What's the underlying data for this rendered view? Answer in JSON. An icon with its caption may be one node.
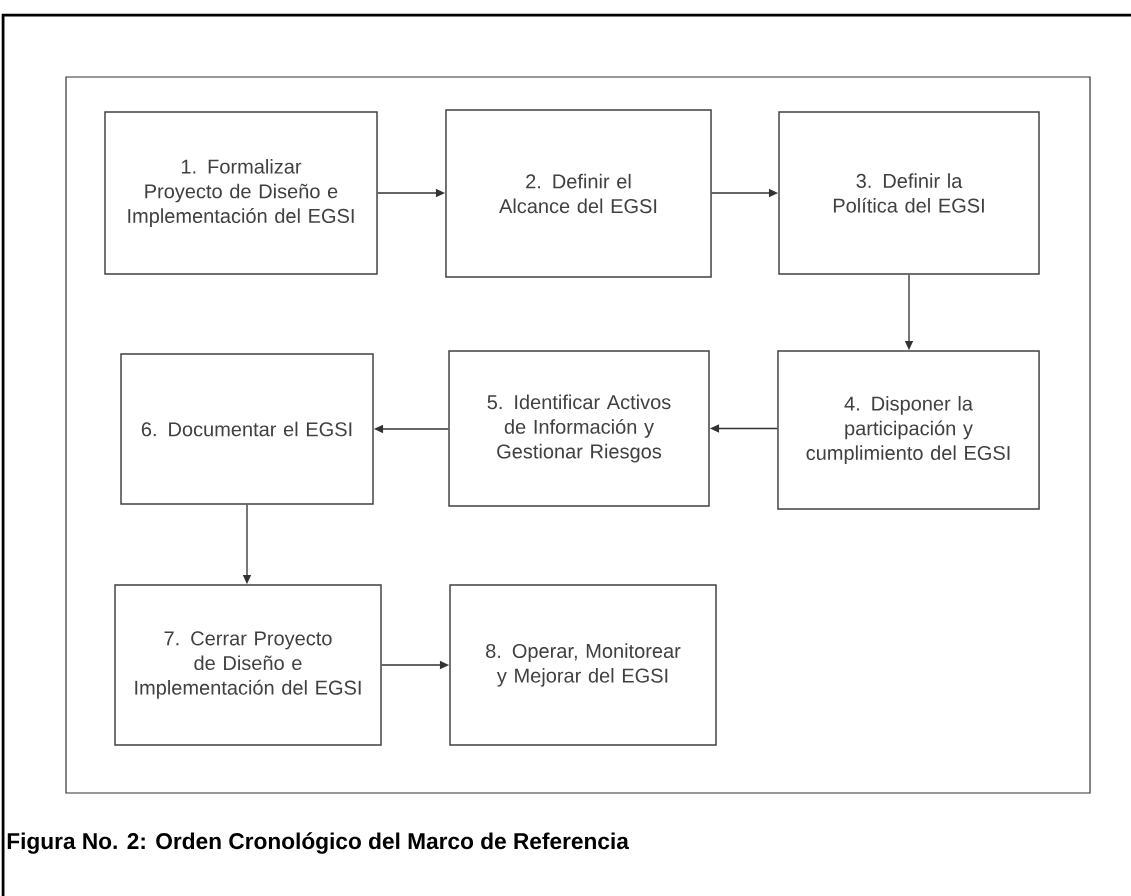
{
  "diagram": {
    "caption": "Figura No. 2: Orden Cronológico del Marco de Referencia",
    "nodes": [
      {
        "text": [
          "1. Formalizar Proyecto de Diseño e Implementación del EGSI"
        ]
      },
      {
        "text": [
          "2. Definir el Alcance del EGSI"
        ]
      },
      {
        "text": [
          "3. Definir la Política del EGSI"
        ]
      },
      {
        "text": [
          "4. Disponer la participación y cumplimiento del EGSI"
        ]
      },
      {
        "text": [
          "5. Identificar Activos de Información y Gestionar Riesgos"
        ]
      },
      {
        "text": [
          "6. Documentar el EGSI"
        ]
      },
      {
        "text": [
          "7. Cerrar Proyecto de Diseño e Implementación del EGSI"
        ]
      },
      {
        "text": [
          "8. Operar, Monitorear y Mejorar del EGSI"
        ]
      }
    ],
    "edges": [
      {
        "from": 0,
        "to": 1,
        "arrow": "to"
      },
      {
        "from": 1,
        "to": 2,
        "arrow": "to"
      },
      {
        "from": 2,
        "to": 3,
        "arrow": "to"
      },
      {
        "from": 3,
        "to": 4,
        "arrow": "to"
      },
      {
        "from": 4,
        "to": 5,
        "arrow": "to"
      },
      {
        "from": 5,
        "to": 6,
        "arrow": "to"
      },
      {
        "from": 6,
        "to": 7,
        "arrow": "to"
      }
    ]
  }
}
